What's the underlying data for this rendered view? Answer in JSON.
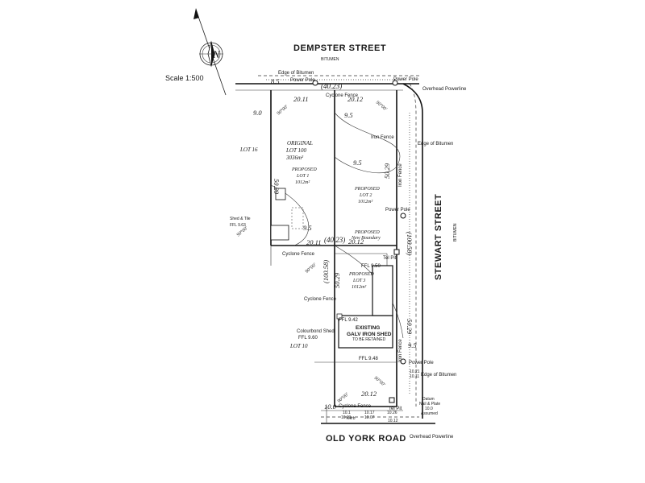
{
  "scale": "Scale 1:500",
  "north": "N",
  "streets": {
    "dempster": "DEMPSTER STREET",
    "dempster_surface": "BITUMEN",
    "stewart": "STEWART STREET",
    "stewart_surface": "BITUMEN",
    "old_york": "OLD YORK ROAD"
  },
  "features": {
    "edge_of_bitumen_top": "Edge of Bitumen",
    "power_pole_top_left": "Power Pole",
    "power_pole_top_right": "Power Pole",
    "overhead_powerline_top": "Overhead Powerline",
    "cyclone_fence_top": "Cyclone Fence",
    "iron_fence_1": "Iron Fence",
    "iron_fence_vertical": "Iron Fence",
    "edge_of_bitumen_right": "Edge of Bitumen",
    "power_pole_mid": "Power Pole",
    "tel_pit_mid": "Tel Pit",
    "shed_tile": "Shed & Tile",
    "shed_ffl": "FFL 9.63",
    "cyclone_fence_mid": "Cyclone Fence",
    "cyclone_fence_lot3": "Cyclone Fence",
    "colourbond_shed": "Colourbond Shed",
    "colourbond_ffl": "FFL 9.60",
    "iron_fence_low": "Iron Fence",
    "power_pole_low": "Power Pole",
    "edge_of_bitumen_low": "Edge of Bitumen",
    "cyclone_fence_bottom": "Cyclone Fence",
    "tel_pit_bottom": "Tel Pit",
    "kerb": "Kerb",
    "datum_line1": "Datum",
    "datum_line2": "Nail & Plate",
    "datum_line3": "10.0",
    "datum_line4": "Assumed",
    "overhead_powerline_bottom": "Overhead Powerline"
  },
  "lots": {
    "lot16": "LOT 16",
    "lot10": "LOT 10",
    "original_title": "ORIGINAL",
    "original_lot": "LOT 100",
    "original_area": "3036m²",
    "lot1_proposed": "PROPOSED",
    "lot1_name": "LOT 1",
    "lot1_area": "1012m²",
    "lot2_proposed": "PROPOSED",
    "lot2_name": "LOT 2",
    "lot2_area": "1012m²",
    "lot3_proposed": "PROPOSED",
    "lot3_name": "LOT 3",
    "lot3_area": "1012m²",
    "new_boundary_1": "PROPOSED",
    "new_boundary_2": "New Boundary"
  },
  "dimensions": {
    "top_offset": "8.5",
    "top_frontage": "(40.23)",
    "top_left_seg": "20.11",
    "top_right_seg": "20.12",
    "left_setback": "9.0",
    "angle_top_left": "90°00'",
    "angle_top_right": "90°00'",
    "lot1_side": "50.29",
    "lot2_side": "50.29",
    "arc_dim_1": "9.5",
    "arc_dim_2": "9.5",
    "arc_dim_3": "9.5",
    "angle_left": "90°00'",
    "mid_frontage": "(40.23)",
    "mid_left_seg": "20.11",
    "mid_right_seg": "20.12",
    "east_side": "(100.58)",
    "west_side": "(100.58)",
    "angle_mid": "90°00'",
    "lot3_side": "50.29",
    "east_lower": "50.29",
    "rear_arc": "9.5",
    "angle_bottom_left": "90°00'",
    "angle_bottom_right": "90°00'",
    "bottom_seg": "20.12",
    "bottom_left": "10.0"
  },
  "levels": {
    "ffl_lot3": "FFL 9.50",
    "ffl_shed_left": "FFL 9.42",
    "ffl_shed_bottom": "FFL 9.48",
    "kerb_1": "10.1",
    "kerb_1b": "10.01",
    "kerb_2": "10.17",
    "kerb_2b": "10.07",
    "kerb_3": "10.26",
    "kerb_3b": "10.12",
    "side_spot": "10.21",
    "side_spot_b": "10.11"
  },
  "buildings": {
    "shed_title_1": "EXISTING",
    "shed_title_2": "GALV IRON SHED",
    "shed_note": "TO BE RETAINED"
  }
}
